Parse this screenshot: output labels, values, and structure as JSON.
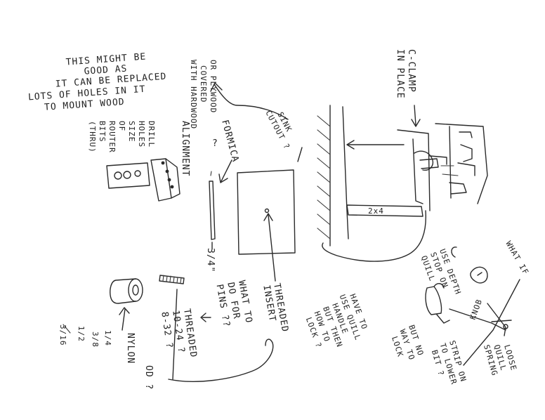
{
  "notes": {
    "might_line1": "THIS MIGHT BE",
    "might_line2": "GOOD AS",
    "might_line3": "IT CAN BE REPLACED",
    "might_line4": "LOTS OF HOLES IN IT",
    "might_line5": "TO MOUNT WOOD",
    "plywood_line1": "OR PLYWOOD",
    "plywood_line2": "COVERED",
    "plywood_line3": "WITH HARDWOOD",
    "drill_line1": "DRILL",
    "drill_line2": "HOLES",
    "drill_line3": "SIZE",
    "drill_line4": "OF",
    "drill_line5": "ROUTER",
    "drill_line6": "BITS",
    "drill_line7": "(THRU)",
    "alignment": "ALIGNMENT",
    "formica": "FORMICA",
    "formica_q": "?",
    "sink_line1": "SINK",
    "sink_line2": "CUTOUT ?",
    "c_clamp_line1": "C-CLAMP",
    "c_clamp_line2": "IN PLACE",
    "two_by_four": "2x4",
    "three_quarter": "3/4\"",
    "threaded_insert_line1": "THREADED",
    "threaded_insert_line2": "INSERT",
    "what_to_line1": "WHAT TO",
    "what_to_line2": "DO FOR",
    "what_to_line3": "PINS ??",
    "threaded_size_line1": "THREADED",
    "threaded_size_line2": "10-24 ?",
    "threaded_size_line3": "8-32 ?",
    "nylon": "NYLON",
    "quarter": "1/4",
    "three_eighths": "3/8",
    "half": "1/2",
    "od": "OD ?",
    "frac_3_16": "3/16",
    "use_depth_line1": "USE DEPTH",
    "use_depth_line2": "STOP ON",
    "use_depth_line3": "QUILL",
    "what_if": "WHAT IF",
    "have_to_line1": "HAVE TO",
    "have_to_line2": "USE QUILL",
    "have_to_line3": "HANDLE",
    "have_to_line4": "BUT THEN",
    "have_to_line5": "HOW TO",
    "have_to_line6": "LOCK ?",
    "but_no_line1": "BUT NO",
    "but_no_line2": "WAY TO",
    "but_no_line3": "LOCK",
    "strip_line1": "STRIP ON",
    "strip_line2": "TO LOWER",
    "strip_line3": "BIT ?",
    "loose_line1": "LOOSE",
    "loose_line2": "QUILL",
    "loose_line3": "SPRING",
    "knob": "KNOB"
  }
}
